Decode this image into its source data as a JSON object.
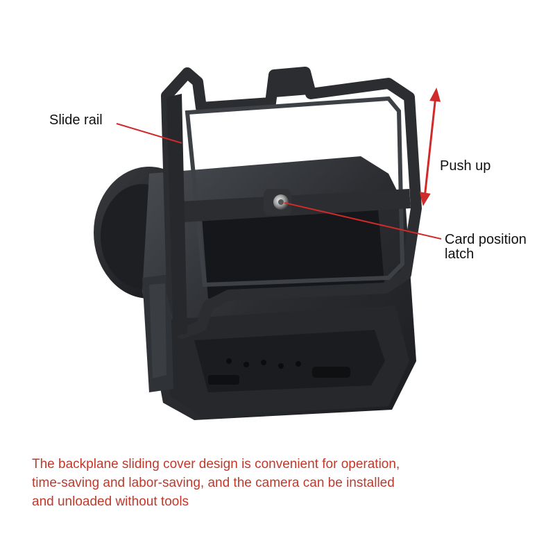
{
  "annotations": {
    "slide_rail": "Slide rail",
    "push_up": "Push up",
    "card_latch_line1": "Card position",
    "card_latch_line2": "latch"
  },
  "caption": {
    "line1": "The backplane sliding cover design is convenient for operation,",
    "line2": "time-saving and labor-saving, and the camera can be installed",
    "line3": "and unloaded without tools"
  },
  "colors": {
    "caption_text": "#c0392b",
    "annotation_line": "#d02a2a",
    "frame_dark": "#2b2d31",
    "frame_mid": "#3d4045"
  },
  "icons": [
    "double-arrow-icon"
  ]
}
